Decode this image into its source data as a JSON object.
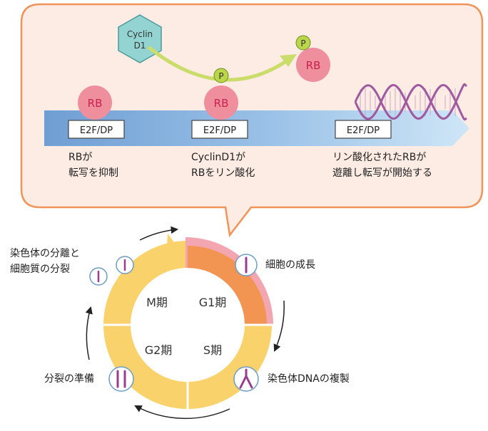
{
  "callout": {
    "cyclin": [
      "Cyclin",
      "D1"
    ],
    "phospho": "P",
    "rb": "RB",
    "complex": "E2F/DP",
    "captions": [
      [
        "RBが",
        "転写を抑制"
      ],
      [
        "CyclinD1が",
        "RBをリン酸化"
      ],
      [
        "リン酸化されたRBが",
        "遊離し転写が開始する"
      ]
    ]
  },
  "cycle": {
    "phases": {
      "m": "M期",
      "g1": "G1期",
      "s": "S期",
      "g2": "G2期"
    },
    "steps": [
      {
        "id": "g1",
        "label": "細胞の成長"
      },
      {
        "id": "s",
        "label": "染色体DNAの複製"
      },
      {
        "id": "g2",
        "label": "分裂の準備"
      },
      {
        "id": "m",
        "lines": [
          "染色体の分離と",
          "細胞質の分裂"
        ]
      }
    ]
  },
  "colors": {
    "callout_fill": "#fdece4",
    "callout_border": "#f0945a",
    "rb_fill": "#ef8e9c",
    "rb_text": "#c8224f",
    "phospho_fill": "#bcd64a",
    "cyclin_fill": "#93d3d1",
    "arrow_green": "#cadd6a",
    "dna_purple": "#a05aa0",
    "ring_yellow": "#fad26b",
    "g1_orange": "#f29552",
    "g1_pink": "#f3a5b0",
    "chromosome": "#9a3d8f",
    "badge_stroke": "#6d9dc5"
  }
}
